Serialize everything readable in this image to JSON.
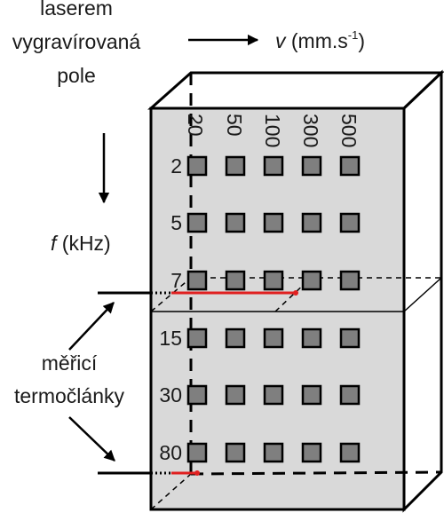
{
  "labels": {
    "field_line1": "laserem",
    "field_line2": "vygravírovaná",
    "field_line3": "pole",
    "velocity_var": "v",
    "velocity_unit": " (mm.s",
    "velocity_exp": "-1",
    "velocity_close": ")",
    "freq_var": "f",
    "freq_unit": " (kHz)",
    "tc_line1": "měřicí",
    "tc_line2": "termočlánky"
  },
  "columns": [
    "20",
    "50",
    "100",
    "300",
    "500"
  ],
  "rows": [
    "2",
    "5",
    "7",
    "15",
    "30",
    "80"
  ],
  "colors": {
    "front_face": "#d9d9d9",
    "square": "#7f7f7f",
    "thermocouple": "#e02020",
    "outline": "#000000"
  }
}
